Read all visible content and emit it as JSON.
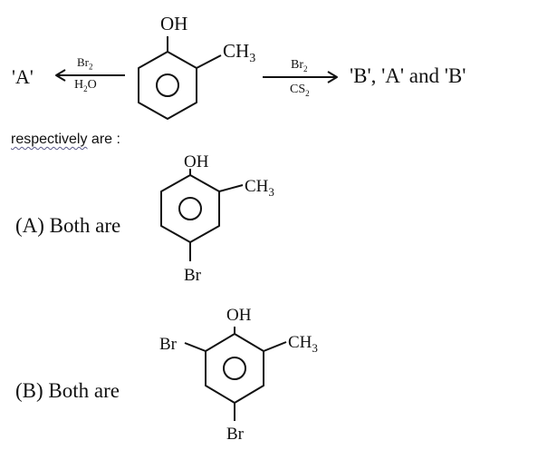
{
  "reaction": {
    "reactant_oh": "OH",
    "reactant_ch3": "CH",
    "reactant_ch3_sub": "3",
    "left_product": "'A'",
    "left_reagent_top": "Br",
    "left_reagent_top_sub": "2",
    "left_reagent_bottom": "H",
    "left_reagent_bottom_sub": "2",
    "left_reagent_bottom_tail": "O",
    "right_reagent_top": "Br",
    "right_reagent_top_sub": "2",
    "right_reagent_bottom": "CS",
    "right_reagent_bottom_sub": "2",
    "right_product": "'B', 'A' and 'B'"
  },
  "question": {
    "word": "respectively",
    "rest": " are :"
  },
  "option_a": {
    "label": "(A) Both are",
    "oh": "OH",
    "ch3": "CH",
    "ch3_sub": "3",
    "br": "Br"
  },
  "option_b": {
    "label": "(B) Both are",
    "oh": "OH",
    "ch3": "CH",
    "ch3_sub": "3",
    "br_left": "Br",
    "br_bottom": "Br"
  }
}
